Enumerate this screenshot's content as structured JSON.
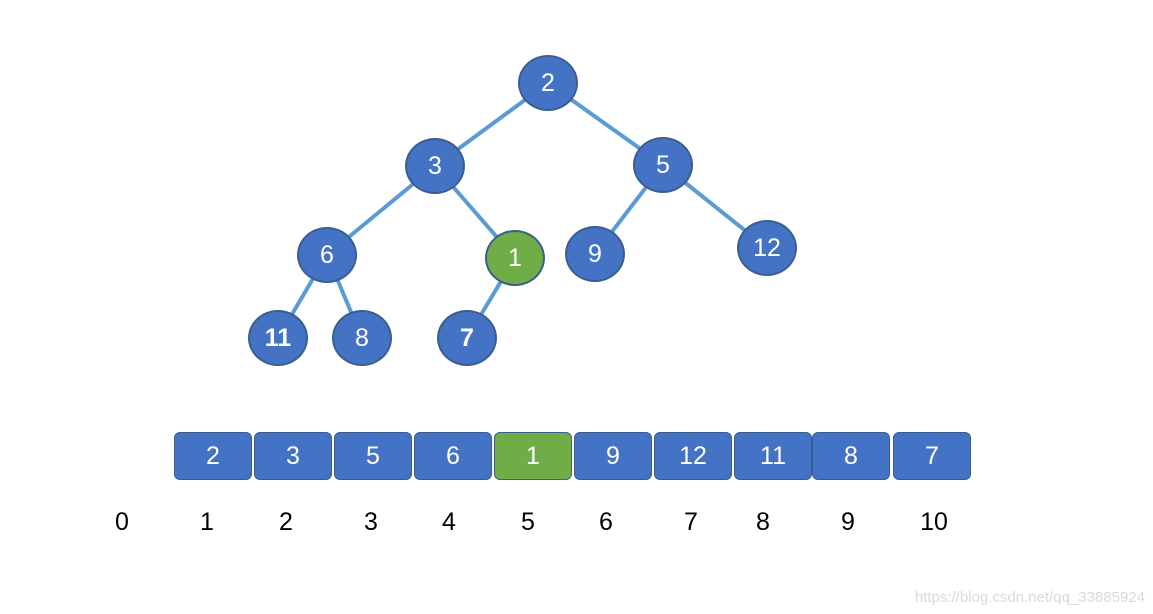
{
  "colors": {
    "node_fill": "#4472c4",
    "node_border": "#3a5f8f",
    "highlight_fill": "#70ad47",
    "edge": "#5b9bd5",
    "index_text": "#000000",
    "watermark": "#d9d9d9"
  },
  "tree": {
    "nodes": [
      {
        "id": "n2",
        "label": "2",
        "highlight": false,
        "bold": false
      },
      {
        "id": "n3",
        "label": "3",
        "highlight": false,
        "bold": false
      },
      {
        "id": "n5",
        "label": "5",
        "highlight": false,
        "bold": false
      },
      {
        "id": "n6",
        "label": "6",
        "highlight": false,
        "bold": false
      },
      {
        "id": "n1",
        "label": "1",
        "highlight": true,
        "bold": false
      },
      {
        "id": "n9",
        "label": "9",
        "highlight": false,
        "bold": false
      },
      {
        "id": "n12",
        "label": "12",
        "highlight": false,
        "bold": false
      },
      {
        "id": "n11",
        "label": "11",
        "highlight": false,
        "bold": true
      },
      {
        "id": "n8",
        "label": "8",
        "highlight": false,
        "bold": false
      },
      {
        "id": "n7",
        "label": "7",
        "highlight": false,
        "bold": true
      }
    ],
    "edges": [
      [
        "n2",
        "n3"
      ],
      [
        "n2",
        "n5"
      ],
      [
        "n3",
        "n6"
      ],
      [
        "n3",
        "n1"
      ],
      [
        "n5",
        "n9"
      ],
      [
        "n5",
        "n12"
      ],
      [
        "n6",
        "n11"
      ],
      [
        "n6",
        "n8"
      ],
      [
        "n1",
        "n7"
      ]
    ]
  },
  "array": {
    "cells": [
      {
        "value": "2",
        "highlight": false
      },
      {
        "value": "3",
        "highlight": false
      },
      {
        "value": "5",
        "highlight": false
      },
      {
        "value": "6",
        "highlight": false
      },
      {
        "value": "1",
        "highlight": true
      },
      {
        "value": "9",
        "highlight": false
      },
      {
        "value": "12",
        "highlight": false
      },
      {
        "value": "11",
        "highlight": false
      },
      {
        "value": "8",
        "highlight": false
      },
      {
        "value": "7",
        "highlight": false
      }
    ],
    "indices": [
      "0",
      "1",
      "2",
      "3",
      "4",
      "5",
      "6",
      "7",
      "8",
      "9",
      "10"
    ]
  },
  "watermark": "https://blog.csdn.net/qq_33885924"
}
